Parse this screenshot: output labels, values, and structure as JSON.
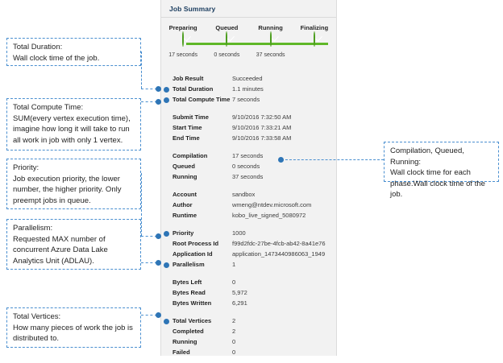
{
  "panel": {
    "header_title": "Job Summary",
    "stepper": [
      {
        "label": "Preparing",
        "duration": "17 seconds"
      },
      {
        "label": "Queued",
        "duration": "0 seconds"
      },
      {
        "label": "Running",
        "duration": "37 seconds"
      },
      {
        "label": "Finalizing",
        "duration": ""
      }
    ],
    "groups": [
      {
        "rows": [
          {
            "key": "Job Result",
            "value": "Succeeded",
            "marked": false
          },
          {
            "key": "Total Duration",
            "value": "1.1 minutes",
            "marked": true
          },
          {
            "key": "Total Compute Time",
            "value": "7 seconds",
            "marked": true
          }
        ]
      },
      {
        "rows": [
          {
            "key": "Submit Time",
            "value": "9/10/2016 7:32:50 AM",
            "marked": false
          },
          {
            "key": "Start Time",
            "value": "9/10/2016 7:33:21 AM",
            "marked": false
          },
          {
            "key": "End Time",
            "value": "9/10/2016 7:33:58 AM",
            "marked": false
          }
        ]
      },
      {
        "rows": [
          {
            "key": "Compilation",
            "value": "17 seconds",
            "marked": false
          },
          {
            "key": "Queued",
            "value": "0 seconds",
            "marked": false
          },
          {
            "key": "Running",
            "value": "37 seconds",
            "marked": false
          }
        ]
      },
      {
        "rows": [
          {
            "key": "Account",
            "value": "sandbox",
            "marked": false
          },
          {
            "key": "Author",
            "value": "wmeng@ntdev.microsoft.com",
            "marked": false
          },
          {
            "key": "Runtime",
            "value": "kobo_live_signed_5080972",
            "marked": false
          }
        ]
      },
      {
        "rows": [
          {
            "key": "Priority",
            "value": "1000",
            "marked": true
          },
          {
            "key": "Root Process Id",
            "value": "f99d2fdc-27be-4fcb-ab42-8a41e76",
            "marked": false
          },
          {
            "key": "Application Id",
            "value": "application_1473440986063_1949",
            "marked": false
          },
          {
            "key": "Parallelism",
            "value": "1",
            "marked": true
          }
        ]
      },
      {
        "rows": [
          {
            "key": "Bytes Left",
            "value": "0",
            "marked": false
          },
          {
            "key": "Bytes Read",
            "value": "5,972",
            "marked": false
          },
          {
            "key": "Bytes Written",
            "value": "6,291",
            "marked": false
          }
        ]
      },
      {
        "rows": [
          {
            "key": "Total Vertices",
            "value": "2",
            "marked": true
          },
          {
            "key": "Completed",
            "value": "2",
            "marked": false
          },
          {
            "key": "Running",
            "value": "0",
            "marked": false
          },
          {
            "key": "Failed",
            "value": "0",
            "marked": false
          }
        ]
      }
    ]
  },
  "annotations": {
    "total_duration": {
      "title": "Total Duration:",
      "body": "Wall clock time of the job."
    },
    "total_compute_time": {
      "title": "Total Compute Time:",
      "body": "SUM(every vertex execution time), imagine how long it will take to run all work in job with only 1 vertex."
    },
    "priority": {
      "title": "Priority:",
      "body": "Job execution priority, the lower number, the higher priority. Only preempt jobs in queue."
    },
    "parallelism": {
      "title": "Parallelism:",
      "body": "Requested MAX number of concurrent Azure Data Lake Analytics Unit (ADLAU)."
    },
    "total_vertices": {
      "title": "Total Vertices:",
      "body": "How many pieces of work the job is distributed to."
    },
    "phases": {
      "title": "Compilation, Queued, Running:",
      "body": "Wall clock time for each phase.Wall clock time of the job."
    }
  },
  "colors": {
    "accent_blue": "#2e75b6",
    "callout_border": "#4a8fd0",
    "progress_green": "#5fb728",
    "panel_bg": "#f2f2f2",
    "header_title": "#1a3c5e"
  }
}
